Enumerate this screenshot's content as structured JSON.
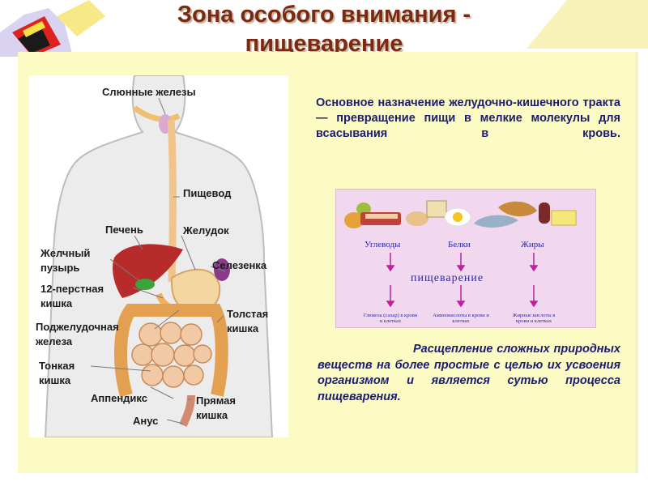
{
  "title": {
    "line1": "Зона особого внимания -",
    "line2": "пищеварение"
  },
  "anatomy_labels": {
    "salivary": "Слюнные железы",
    "esophagus": "Пищевод",
    "liver": "Печень",
    "stomach": "Желудок",
    "gallbladder_1": "Желчный",
    "gallbladder_2": "пузырь",
    "spleen": "Селезенка",
    "duodenum_1": "12-перстная",
    "duodenum_2": "кишка",
    "colon_1": "Толстая",
    "colon_2": "кишка",
    "pancreas_1": "Поджелудочная",
    "pancreas_2": "железа",
    "small_int_1": "Тонкая",
    "small_int_2": "кишка",
    "appendix": "Аппендикс",
    "rectum_1": "Прямая",
    "rectum_2": "кишка",
    "anus": "Анус"
  },
  "paragraph_1": "Основное назначение желудочно-кишечного тракта — превращение пищи в мелкие молекулы для всасывания в кровь.",
  "scheme": {
    "carbs": "Углеводы",
    "proteins": "Белки",
    "fats": "Жиры",
    "digestion": "пищеварение",
    "glucose": "Глюкоза (сахар) в крови и клетках",
    "amino": "Аминокислоты в крови и клетках",
    "fatty": "Жирные кислоты в крови и клетках"
  },
  "paragraph_2": "Расщепление сложных природных веществ на более простые с целью их усвоения организмом и является сутью процесса пищеварения.",
  "colors": {
    "panel": "#fbfbc3",
    "text_blue": "#1c1c6e",
    "title": "#7a2a12",
    "scheme_bg": "#f2d8ee"
  }
}
